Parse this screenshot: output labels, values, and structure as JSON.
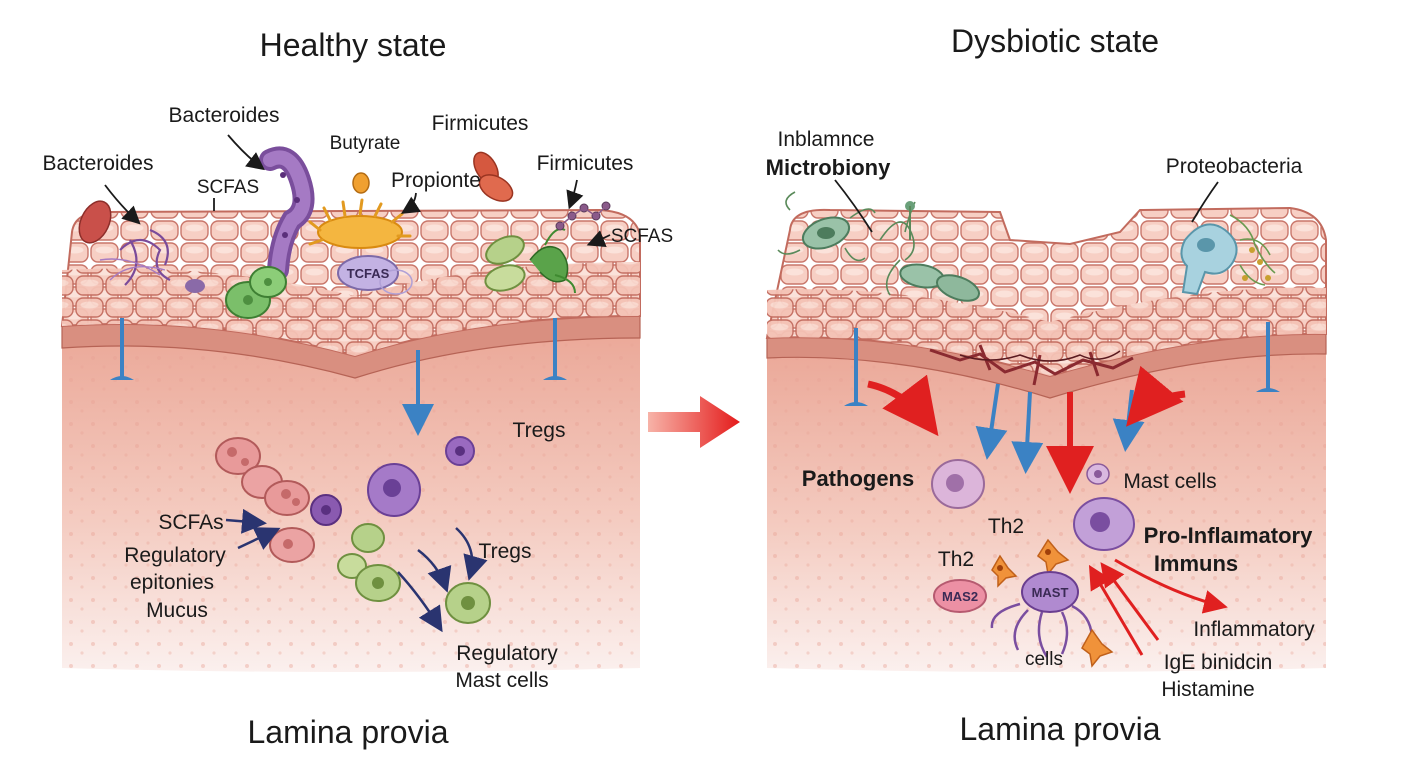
{
  "titles": {
    "left": "Healthy state",
    "right": "Dysbiotic state",
    "bottom_left": "Lamina provia",
    "bottom_right": "Lamina provia"
  },
  "healthy_labels": {
    "bacteroides_top": "Bacteroides",
    "bacteroides_left": "Bacteroides",
    "scfas_top": "SCFAS",
    "butyrate": "Butyrate",
    "propionte": "Propionte",
    "firmicutes_top": "Firmicutes",
    "firmicutes_right": "Firmicutes",
    "scfas_right": "SCFAS",
    "tcfas": "TCFAS",
    "tregs_upper": "Tregs",
    "scfas_lower": "SCFAs",
    "regulatory": "Regulatory",
    "epitonies": "epitonies",
    "mucus": "Mucus",
    "tregs_lower": "Tregs",
    "regulatory_mast_1": "Regulatory",
    "regulatory_mast_2": "Mast cells"
  },
  "dysbiotic_labels": {
    "inblamnce": "Inblamnce",
    "microbiony": "Mictrobiony",
    "proteobacteria": "Proteobacteria",
    "pathogens": "Pathogens",
    "mast_cells": "Mast cells",
    "th2_a": "Th2",
    "th2_b": "Th2",
    "mas2": "MAS2",
    "mast": "MAST",
    "cells": "cells",
    "pro_inflammatory_1": "Pro-Inflaımatory",
    "pro_inflammatory_2": "Immuns",
    "inflammatory": "Inflammatory",
    "ige": "IgE binidcin",
    "histamine": "Histamine"
  },
  "colors": {
    "epithelium": "#f2b7a8",
    "epithelium_stroke": "#c9766a",
    "lamina": "#f3c2b6",
    "blue_arrow": "#3b82c4",
    "red_arrow": "#e02020",
    "navy_arrow": "#2a3470"
  }
}
